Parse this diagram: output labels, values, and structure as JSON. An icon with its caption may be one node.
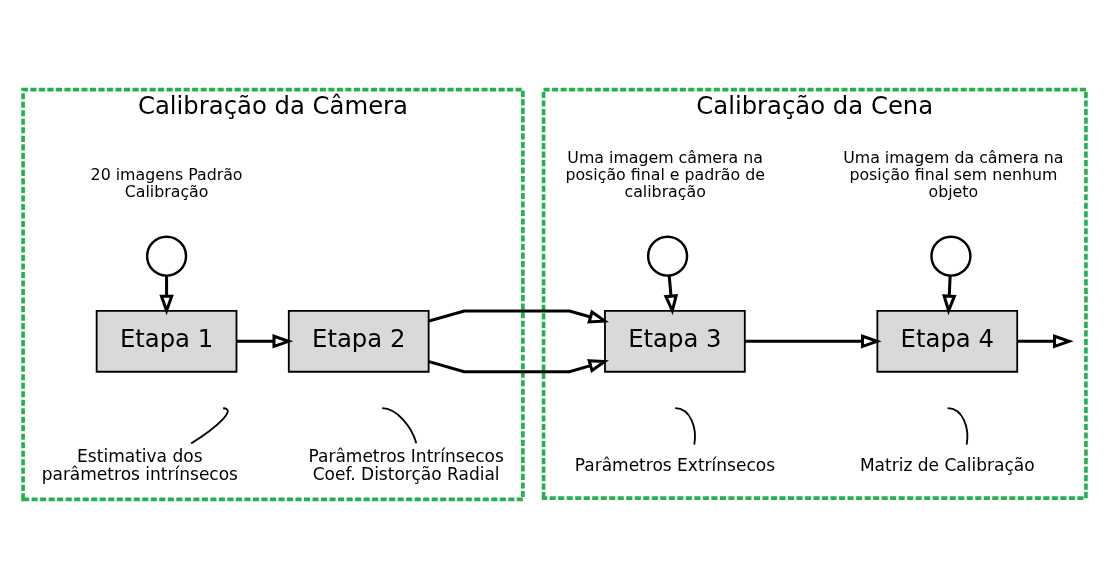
{
  "diagram": {
    "nodes": [
      {
        "text": [
          "Calibração da Câmera"
        ]
      },
      {
        "text": [],
        "shape": "circle",
        "in": 0,
        "beside": [
          "20 imagens Padrão Calibração"
        ]
      },
      {
        "text": [
          "Etapa 1"
        ],
        "in": 0
      },
      {
        "text": [
          "Etapa 2"
        ],
        "in": 0
      },
      {
        "text": [
          "Estimativa dos parâmetros intrínsecos"
        ],
        "in": 0
      },
      {
        "text": [
          "Parâmetros Intrínsecos Coef. Distorção Radial"
        ],
        "in": 0
      },
      {
        "text": [
          "Calibração da Cena"
        ]
      },
      {
        "text": [],
        "shape": "circle",
        "in": 6,
        "beside": [
          "Uma imagem câmera na posição final e padrão de calibração"
        ]
      },
      {
        "text": [
          "Etapa 3"
        ],
        "in": 6
      },
      {
        "text": [
          "Parâmetros Extrínsecos"
        ],
        "in": 6
      },
      {
        "text": [],
        "shape": "circle",
        "in": 6,
        "beside": [
          "Uma imagem da câmera na posição final sem nenhum objeto"
        ]
      },
      {
        "text": [
          "Etapa 4"
        ],
        "in": 6
      },
      {
        "text": [
          "Matriz de Calibração"
        ],
        "in": 6
      }
    ],
    "edges": [
      {
        "from": 1,
        "to": 2,
        "arrow": "to"
      },
      {
        "from": 2,
        "to": 3,
        "arrow": "to"
      },
      {
        "from": 3,
        "to": 8,
        "arrow": "to"
      },
      {
        "from": 7,
        "to": 8,
        "arrow": "to"
      },
      {
        "from": 10,
        "to": 11,
        "arrow": "to"
      },
      {
        "from": 8,
        "to": 11,
        "arrow": "to"
      },
      {
        "from": 11,
        "to": null,
        "arrow": "to"
      },
      {
        "from": 4,
        "to": null,
        "arrow": "none"
      },
      {
        "from": 5,
        "to": null,
        "arrow": "none"
      },
      {
        "from": 9,
        "to": null,
        "arrow": "none"
      },
      {
        "from": 12,
        "to": null,
        "arrow": "none"
      }
    ]
  }
}
